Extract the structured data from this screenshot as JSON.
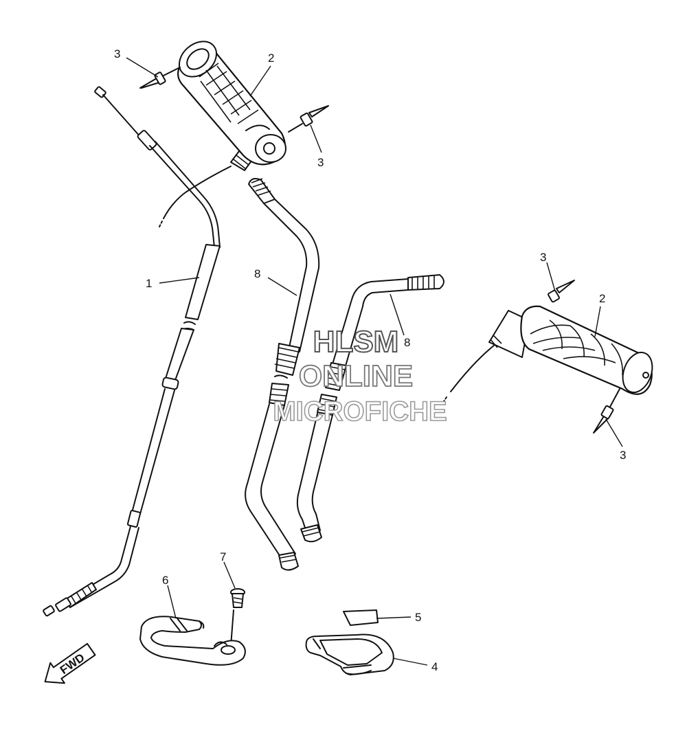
{
  "callouts": {
    "c1": "1",
    "c2a": "2",
    "c2b": "2",
    "c3a": "3",
    "c3b": "3",
    "c3c": "3",
    "c3d": "3",
    "c4": "4",
    "c5": "5",
    "c6": "6",
    "c7": "7",
    "c8a": "8",
    "c8b": "8"
  },
  "watermark": {
    "line1": "HLSM",
    "line2": "ONLINE",
    "line3": "MICROFICHE"
  },
  "fwd_label": "FWD",
  "colors": {
    "ink": "#111111",
    "paper": "#ffffff"
  }
}
